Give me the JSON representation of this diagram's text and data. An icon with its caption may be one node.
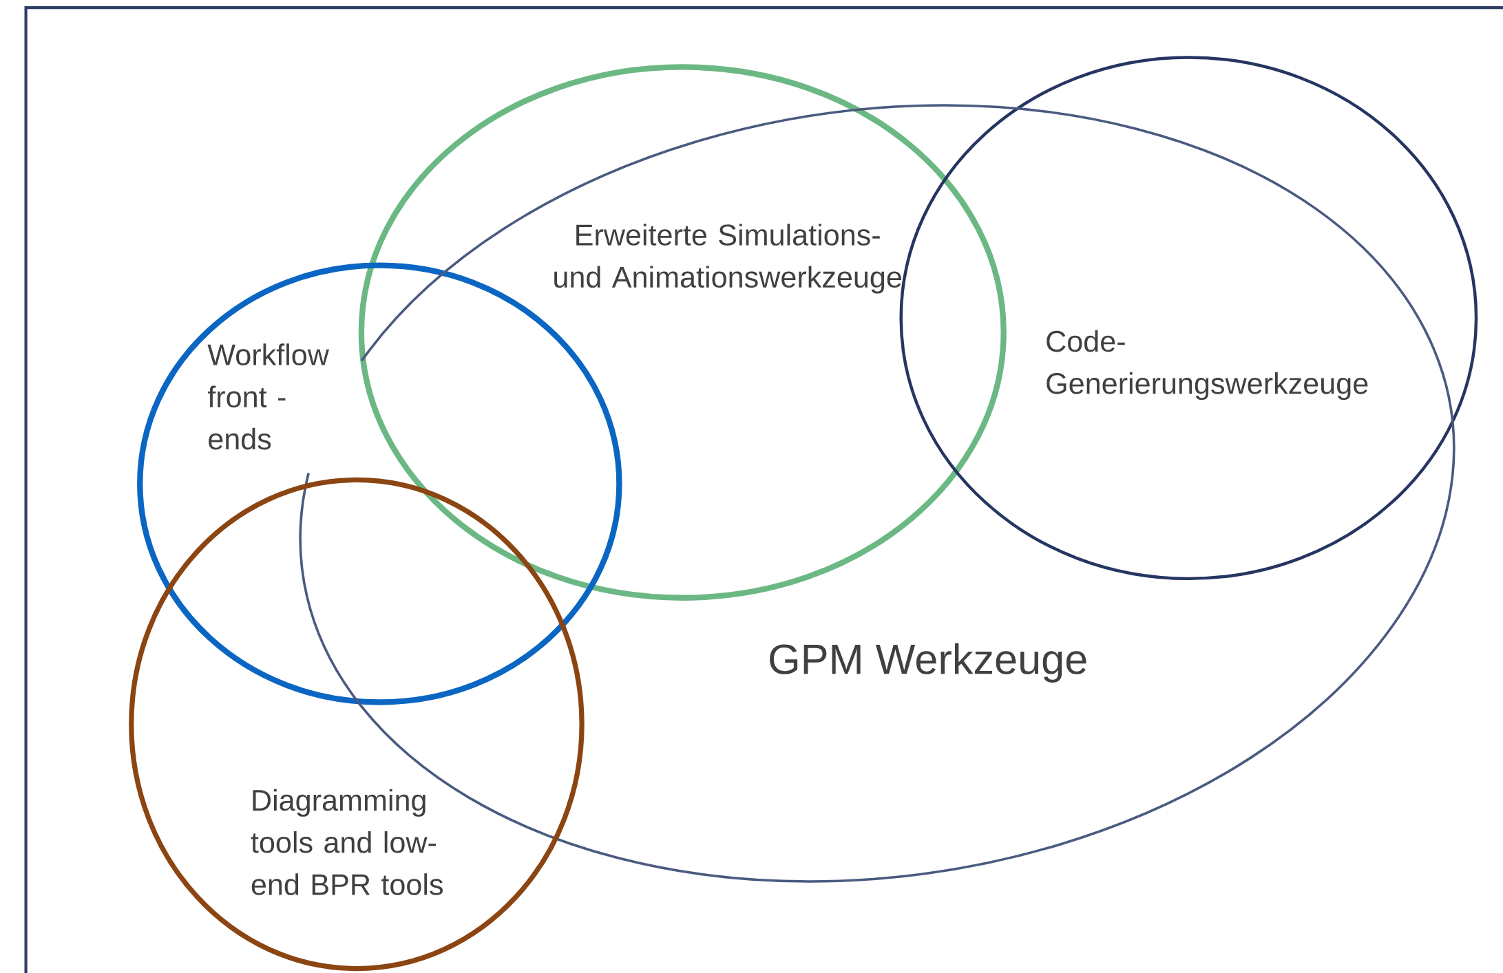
{
  "diagram": {
    "nodes": [
      {
        "text": [
          "Erweiterte Simulations- und Animationswerkzeuge"
        ]
      },
      {
        "text": [
          "Code- Generierungswerkzeuge"
        ]
      },
      {
        "text": [
          "Workflow front -ends"
        ]
      },
      {
        "text": [
          "GPM Werkzeuge"
        ]
      },
      {
        "text": [
          "Diagramming tools and low- end BPR tools"
        ]
      }
    ]
  }
}
